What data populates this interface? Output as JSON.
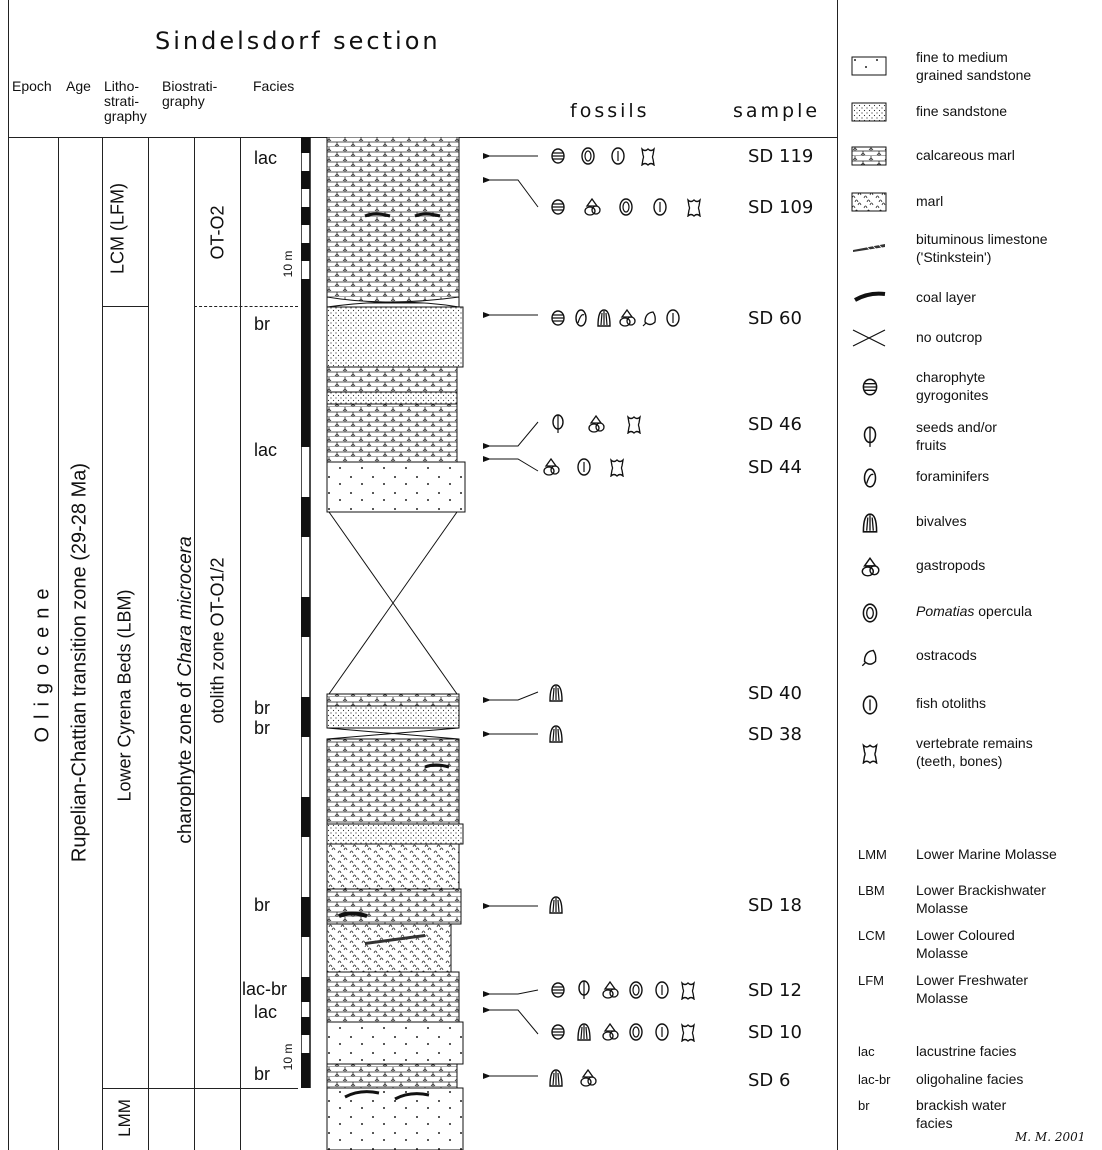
{
  "title": "Sindelsdorf section",
  "headers": {
    "epoch": "Epoch",
    "age": "Age",
    "litho": [
      "Litho-",
      "strati-",
      "graphy"
    ],
    "bio": [
      "Biostrati-",
      "graphy"
    ],
    "facies": "Facies",
    "fossils": "fossils",
    "sample": "sample"
  },
  "columns": {
    "epoch": "Oligocene",
    "age": "Rupelian-Chattian transition zone (29-28 Ma)",
    "litho_upper": "LCM (LFM)",
    "litho_middle": "Lower Cyrena Beds (LBM)",
    "litho_lower": "LMM",
    "chara_prefix": "charophyte zone of ",
    "chara_species": "Chara microcera",
    "otolith_upper": "OT-O2",
    "otolith_lower": "otolith zone OT-O1/2",
    "scale_top": "10 m",
    "scale_bottom": "10 m"
  },
  "facies": [
    "lac",
    "br",
    "lac",
    "br",
    "br",
    "br",
    "lac-br",
    "lac",
    "br"
  ],
  "samples": [
    "SD 119",
    "SD 109",
    "SD 60",
    "SD 46",
    "SD 44",
    "SD 40",
    "SD 38",
    "SD 18",
    "SD 12",
    "SD 10",
    "SD 6"
  ],
  "fossil_rows": [
    [
      "charophyte-icon",
      "pomatias-icon",
      "otolith-icon",
      "vertebrate-icon"
    ],
    [
      "charophyte-icon",
      "gastropod-icon",
      "pomatias-icon",
      "otolith-icon",
      "vertebrate-icon"
    ],
    [
      "charophyte-icon",
      "foraminifer-icon",
      "bivalve-icon",
      "gastropod-icon",
      "ostracod-icon",
      "otolith-icon"
    ],
    [
      "seed-icon",
      "gastropod-icon",
      "vertebrate-icon"
    ],
    [
      "gastropod-icon",
      "otolith-icon",
      "vertebrate-icon"
    ],
    [
      "bivalve-icon"
    ],
    [
      "bivalve-icon"
    ],
    [
      "bivalve-icon"
    ],
    [
      "charophyte-icon",
      "seed-icon",
      "gastropod-icon",
      "pomatias-icon",
      "otolith-icon",
      "vertebrate-icon"
    ],
    [
      "charophyte-icon",
      "bivalve-icon",
      "gastropod-icon",
      "pomatias-icon",
      "otolith-icon",
      "vertebrate-icon"
    ],
    [
      "bivalve-icon",
      "gastropod-icon"
    ]
  ],
  "legend": {
    "lithology": [
      {
        "icon": "medium-sandstone-swatch",
        "label": [
          "fine to medium",
          "grained sandstone"
        ]
      },
      {
        "icon": "fine-sandstone-swatch",
        "label": [
          "fine sandstone"
        ]
      },
      {
        "icon": "calcareous-marl-swatch",
        "label": [
          "calcareous marl"
        ]
      },
      {
        "icon": "marl-swatch",
        "label": [
          "marl"
        ]
      },
      {
        "icon": "bituminous-limestone-swatch",
        "label": [
          "bituminous limestone",
          "('Stinkstein')"
        ]
      },
      {
        "icon": "coal-layer-swatch",
        "label": [
          "coal layer"
        ]
      },
      {
        "icon": "no-outcrop-swatch",
        "label": [
          "no outcrop"
        ]
      }
    ],
    "fossils": [
      {
        "icon": "charophyte-icon",
        "label": [
          "charophyte",
          "gyrogonites"
        ]
      },
      {
        "icon": "seed-icon",
        "label": [
          "seeds and/or",
          "fruits"
        ]
      },
      {
        "icon": "foraminifer-icon",
        "label": [
          "foraminifers"
        ]
      },
      {
        "icon": "bivalve-icon",
        "label": [
          "bivalves"
        ]
      },
      {
        "icon": "gastropod-icon",
        "label": [
          "gastropods"
        ]
      },
      {
        "icon": "pomatias-icon",
        "label": [
          "Pomatias opercula"
        ]
      },
      {
        "icon": "ostracod-icon",
        "label": [
          "ostracods"
        ]
      },
      {
        "icon": "otolith-icon",
        "label": [
          "fish otoliths"
        ]
      },
      {
        "icon": "vertebrate-icon",
        "label": [
          "vertebrate remains",
          "(teeth, bones)"
        ]
      }
    ],
    "abbreviations": [
      {
        "abbr": "LMM",
        "text": [
          "Lower Marine Molasse"
        ]
      },
      {
        "abbr": "LBM",
        "text": [
          "Lower Brackishwater",
          "Molasse"
        ]
      },
      {
        "abbr": "LCM",
        "text": [
          "Lower Coloured",
          "Molasse"
        ]
      },
      {
        "abbr": "LFM",
        "text": [
          "Lower Freshwater",
          "Molasse"
        ]
      },
      {
        "abbr": "lac",
        "text": [
          "lacustrine facies"
        ]
      },
      {
        "abbr": "lac-br",
        "text": [
          "oligohaline facies"
        ]
      },
      {
        "abbr": "br",
        "text": [
          "brackish water",
          "facies"
        ]
      }
    ]
  },
  "signature": "M. M. 2001"
}
